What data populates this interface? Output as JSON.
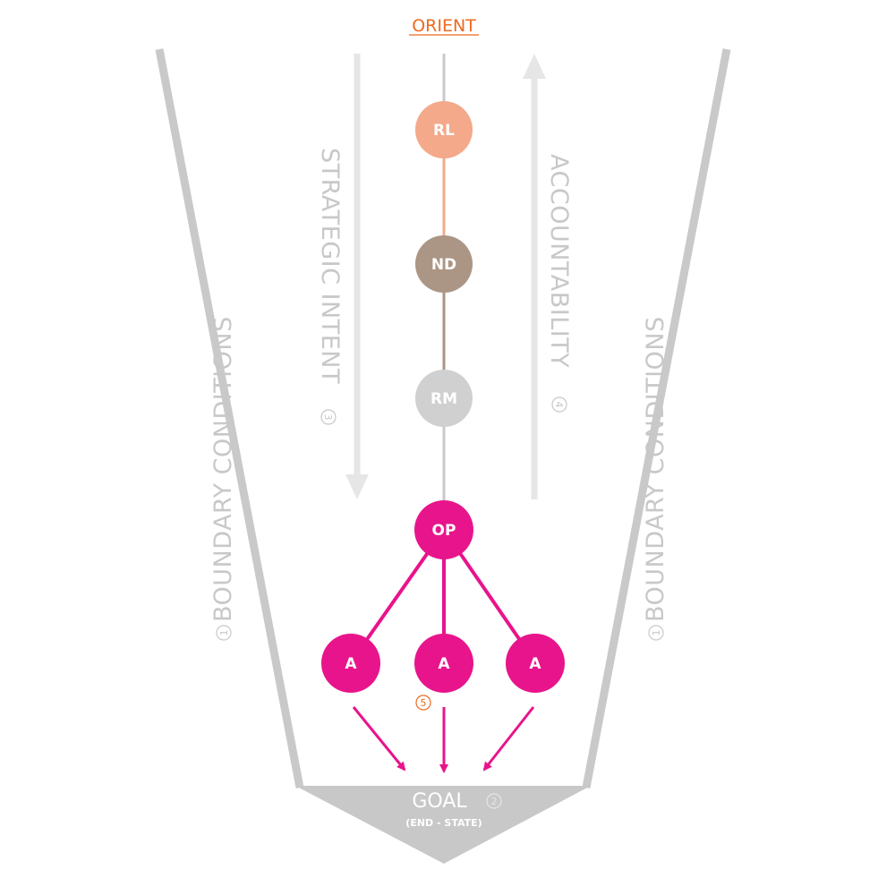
{
  "header": {
    "title": "ORIENT",
    "title_color": "#ee6a1f"
  },
  "colors": {
    "funnel": "#c9c9c9",
    "arrow_light": "#e6e6e6",
    "text_light": "#c8c8c8",
    "rl": "#f3a98a",
    "nd": "#ab9584",
    "rm": "#d0d0d0",
    "op": "#e8148c",
    "goal": "#c8c8c8",
    "accent_orange": "#ee6a1f"
  },
  "nodes": {
    "rl": "RL",
    "nd": "ND",
    "rm": "RM",
    "op": "OP",
    "a_left": "A",
    "a_center": "A",
    "a_right": "A"
  },
  "labels": {
    "strategic_intent": {
      "number": "3",
      "text": "STRATEGIC INTENT"
    },
    "accountability": {
      "number": "4",
      "text": "ACCOUNTABILITY"
    },
    "boundary_left": {
      "number": "1",
      "text": "BOUNDARY CONDITIONS"
    },
    "boundary_right": {
      "number": "1",
      "text": "BOUNDARY CONDITIONS"
    },
    "action_marker": "5"
  },
  "goal": {
    "title": "GOAL",
    "number": "2",
    "subtitle": "(END - STATE)"
  }
}
